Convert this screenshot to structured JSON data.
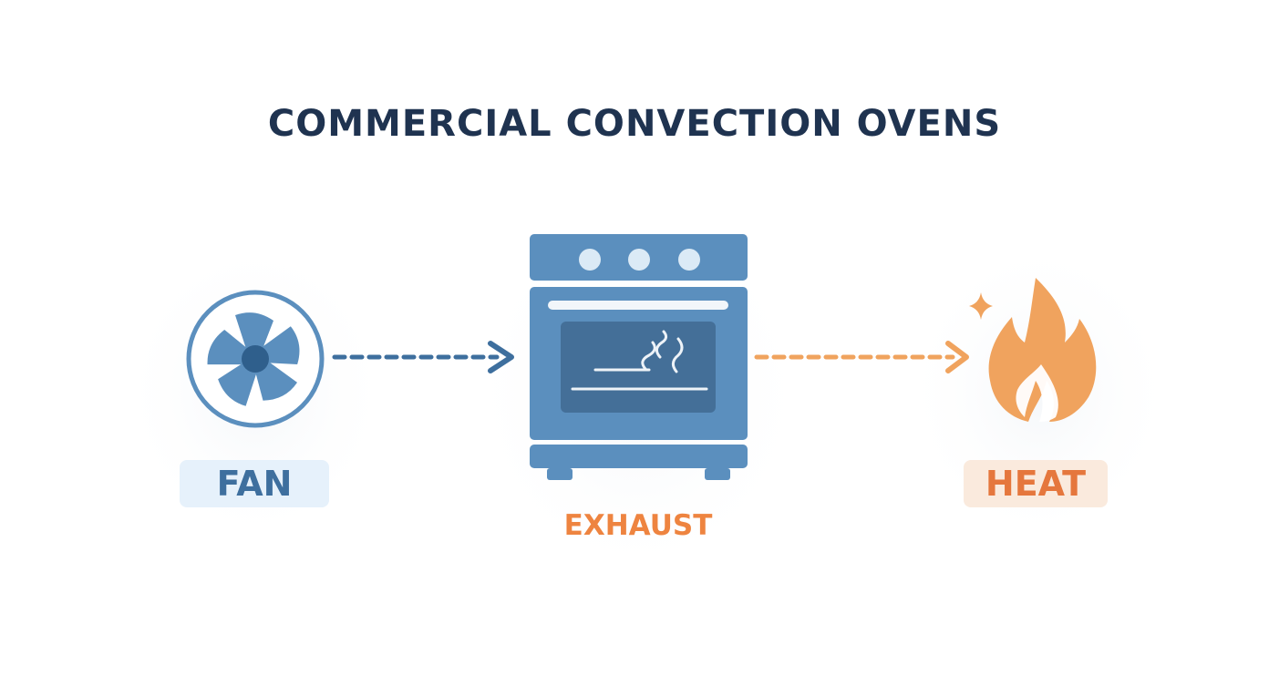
{
  "title": "COMMERCIAL CONVECTION OVENS",
  "nodes": {
    "fan": {
      "label": "FAN",
      "icon": "fan-icon"
    },
    "oven": {
      "label": "EXHAUST",
      "icon": "oven-icon"
    },
    "heat": {
      "label": "HEAT",
      "icon": "flame-icon"
    }
  },
  "colors": {
    "title": "#1f3350",
    "blue": "#5b8fbe",
    "blue_dark": "#3e6f9e",
    "blue_light_bg": "#e6f1fb",
    "orange": "#f0a35e",
    "orange_dark": "#e5773d",
    "orange_light_bg": "#faeadd",
    "oven_window": "#446f98",
    "knob": "#dbeaf6"
  }
}
